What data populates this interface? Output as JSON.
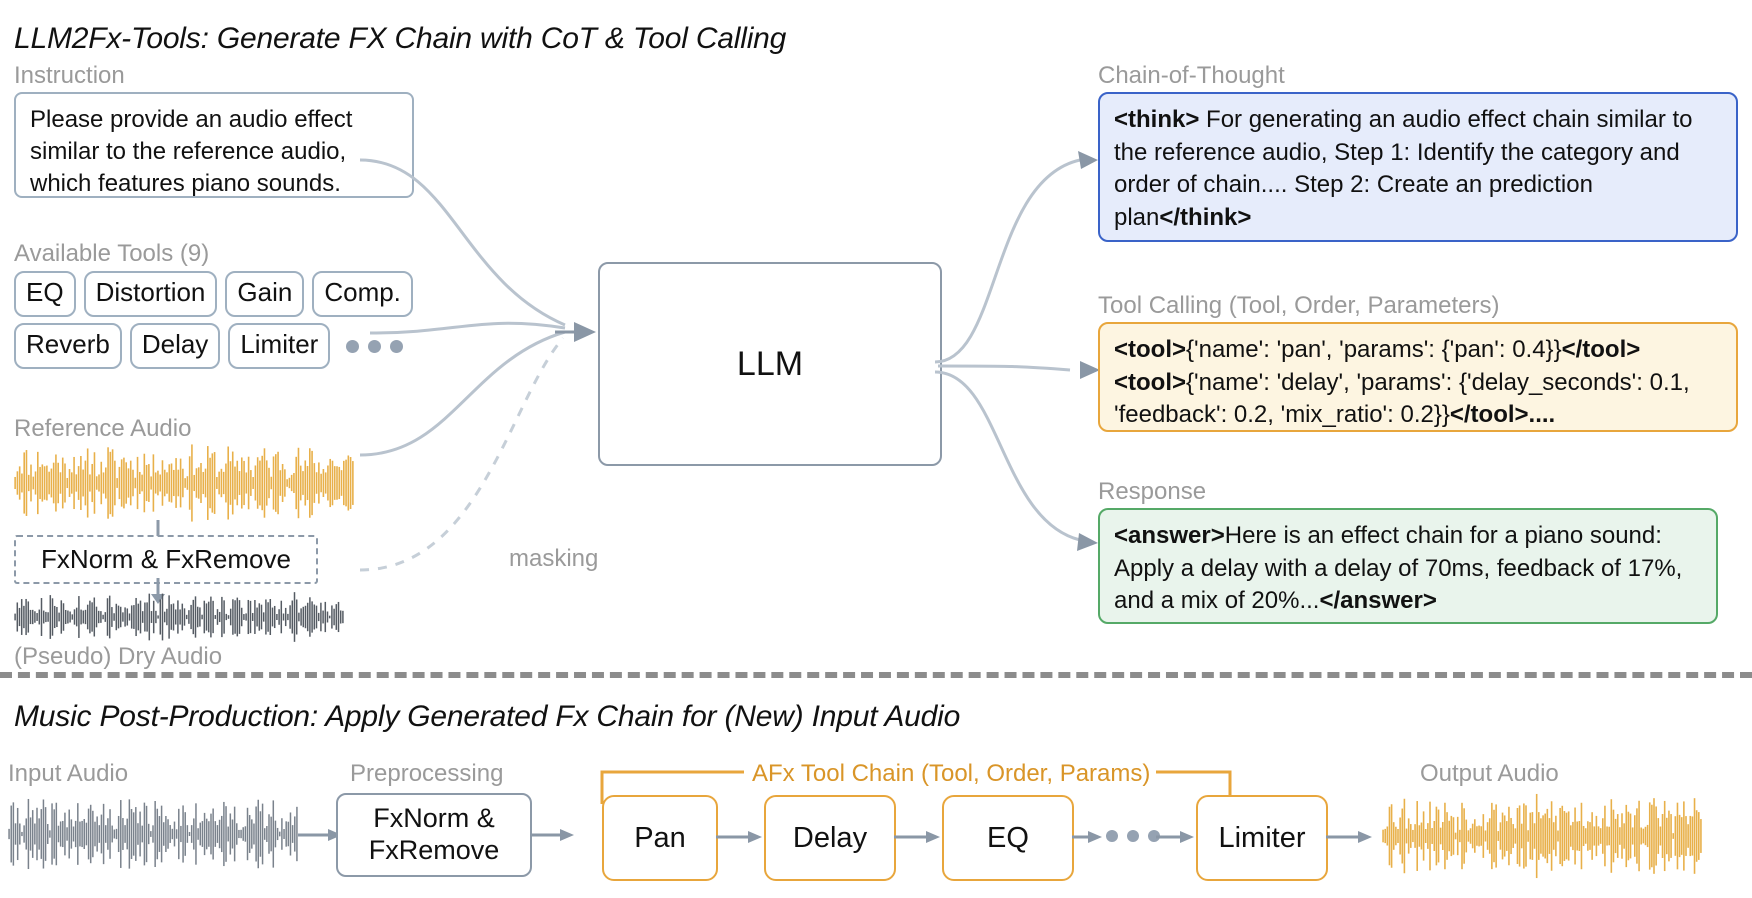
{
  "top_section": {
    "title": "LLM2Fx-Tools: Generate FX Chain with CoT & Tool Calling",
    "instruction": {
      "label": "Instruction",
      "text": "Please provide an audio effect similar to the reference audio, which features piano sounds."
    },
    "available_tools": {
      "label": "Available Tools (9)",
      "row1": [
        "EQ",
        "Distortion",
        "Gain",
        "Comp."
      ],
      "row2": [
        "Reverb",
        "Delay",
        "Limiter"
      ],
      "more_indicator": "•••"
    },
    "reference_audio": {
      "label": "Reference Audio"
    },
    "fxnorm_block": {
      "label": "FxNorm & FxRemove"
    },
    "dry_audio": {
      "label": "(Pseudo) Dry Audio"
    },
    "masking_label": "masking",
    "llm": {
      "label": "LLM"
    },
    "chain_of_thought": {
      "label": "Chain-of-Thought",
      "open_tag": "<think>",
      "body": " For generating an audio effect chain similar to the reference audio, Step 1: Identify the category and order of chain.... Step 2: Create an prediction plan",
      "close_tag": "</think>"
    },
    "tool_calling": {
      "label": "Tool Calling (Tool, Order, Parameters)",
      "line1_open": "<tool>",
      "line1_body": "{'name': 'pan', 'params': {'pan': 0.4}}",
      "line1_close": "</tool>",
      "line2_open": "<tool>",
      "line2_body": "{'name': 'delay', 'params': {'delay_seconds': 0.1, 'feedback': 0.2, 'mix_ratio': 0.2}}",
      "line2_close": "</tool>....",
      "trailing": "...."
    },
    "response": {
      "label": "Response",
      "open_tag": "<answer>",
      "body": "Here is an effect chain for a piano sound: Apply a delay with a delay of 70ms, feedback of 17%, and a mix of 20%...",
      "close_tag": "</answer>"
    }
  },
  "bottom_section": {
    "title": "Music Post-Production: Apply Generated Fx Chain for (New) Input Audio",
    "input_audio_label": "Input Audio",
    "preprocessing_label": "Preprocessing",
    "preprocessing_box_line1": "FxNorm &",
    "preprocessing_box_line2": "FxRemove",
    "chain_label": "AFx Tool Chain (Tool, Order, Params)",
    "chain_boxes": [
      "Pan",
      "Delay",
      "EQ",
      "Limiter"
    ],
    "chain_ellipsis": "•••",
    "output_audio_label": "Output Audio"
  },
  "colors": {
    "accent_orange": "#e8a63c",
    "waveform_orange": "#e8b04a",
    "waveform_gray": "#555b63",
    "cot_border": "#3a63c8",
    "cot_fill": "#e6ecfb",
    "tool_border": "#e8a63c",
    "tool_fill": "#fdf5e1",
    "resp_border": "#55a967",
    "resp_fill": "#e9f4ec",
    "box_border_gray": "#8c99a8",
    "label_gray": "#9a9a9a",
    "arrow_gray": "#8a97a6",
    "divider_gray": "#8c8c8c"
  }
}
